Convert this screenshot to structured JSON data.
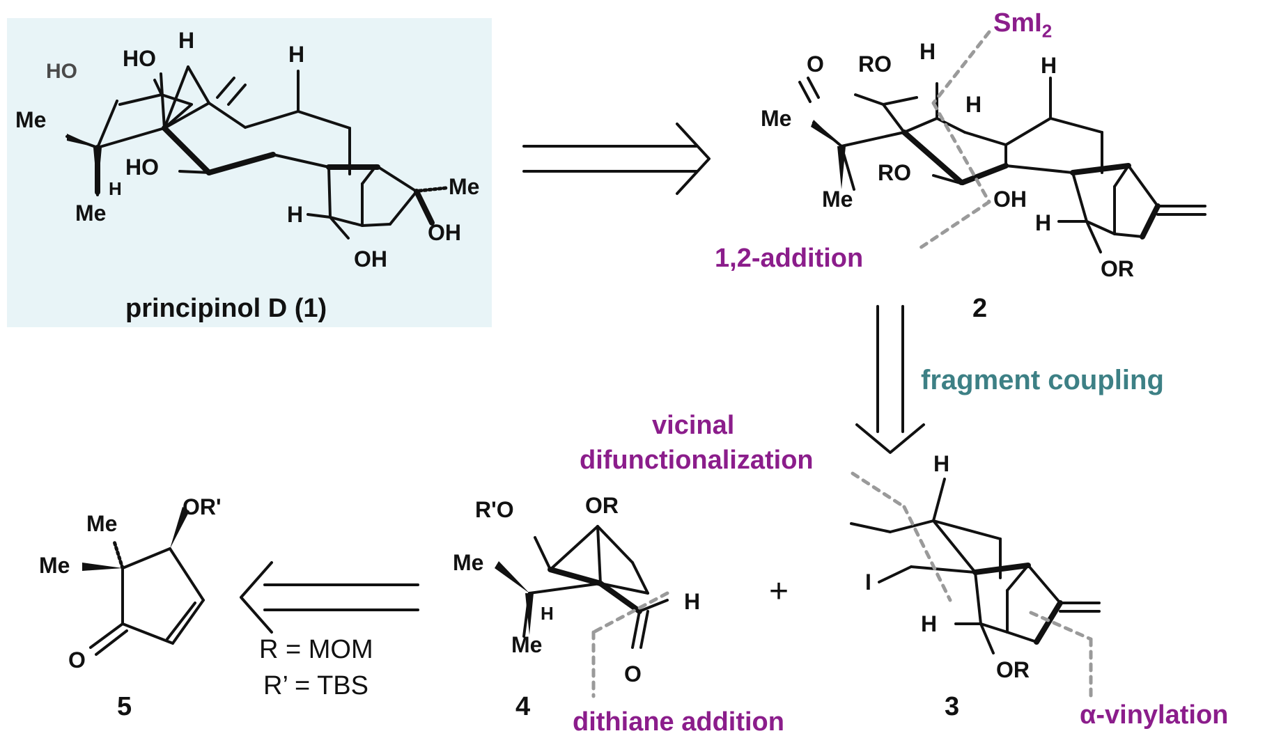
{
  "colors": {
    "panel_bg": "#e8f4f7",
    "bond": "#111111",
    "annotation_purple": "#8b1d8b",
    "annotation_teal": "#3d8085",
    "dashed_guide": "#9a9a9a"
  },
  "compound_1": {
    "caption": "principinol D (1)",
    "atoms": {
      "ho_top_left": "HO",
      "ho_top": "HO",
      "h_top_a": "H",
      "h_top_b": "H",
      "me_left": "Me",
      "ho_mid": "HO",
      "h_low": "H",
      "me_bottom": "Me",
      "me_right": "Me",
      "h_cage": "H",
      "oh_right": "OH",
      "oh_bottom": "OH"
    }
  },
  "compound_2": {
    "label": "2",
    "reagent": "SmI",
    "reagent_subscript": "2",
    "annotation": "1,2-addition",
    "atoms": {
      "o_carbonyl": "O",
      "ro_top": "RO",
      "h_top": "H",
      "h_right": "H",
      "h_mid": "H",
      "me_left": "Me",
      "me_bottom": "Me",
      "ro_mid": "RO",
      "oh_mid": "OH",
      "h_cage": "H",
      "or_bottom": "OR"
    }
  },
  "compound_3": {
    "label": "3",
    "annotation": "α-vinylation",
    "atoms": {
      "h_top": "H",
      "iodo": "I",
      "h_cage": "H",
      "or_bottom": "OR"
    }
  },
  "compound_4": {
    "label": "4",
    "annotation_top_line1": "vicinal",
    "annotation_top_line2": "difunctionalization",
    "annotation_bottom": "dithiane addition",
    "atoms": {
      "r_prime_o": "R'O",
      "or_top": "OR",
      "me_left": "Me",
      "h_low": "H",
      "me_bottom": "Me",
      "h_aldehyde": "H",
      "o_aldehyde": "O"
    }
  },
  "compound_5": {
    "label": "5",
    "atoms": {
      "or_prime": "OR'",
      "me_top": "Me",
      "me_left": "Me",
      "o_ketone": "O"
    }
  },
  "connectors": {
    "plus": "+",
    "retro_step_1": "",
    "retro_step_2": "fragment coupling",
    "condition_line1": "R = MOM",
    "condition_line2": "R’ = TBS"
  }
}
